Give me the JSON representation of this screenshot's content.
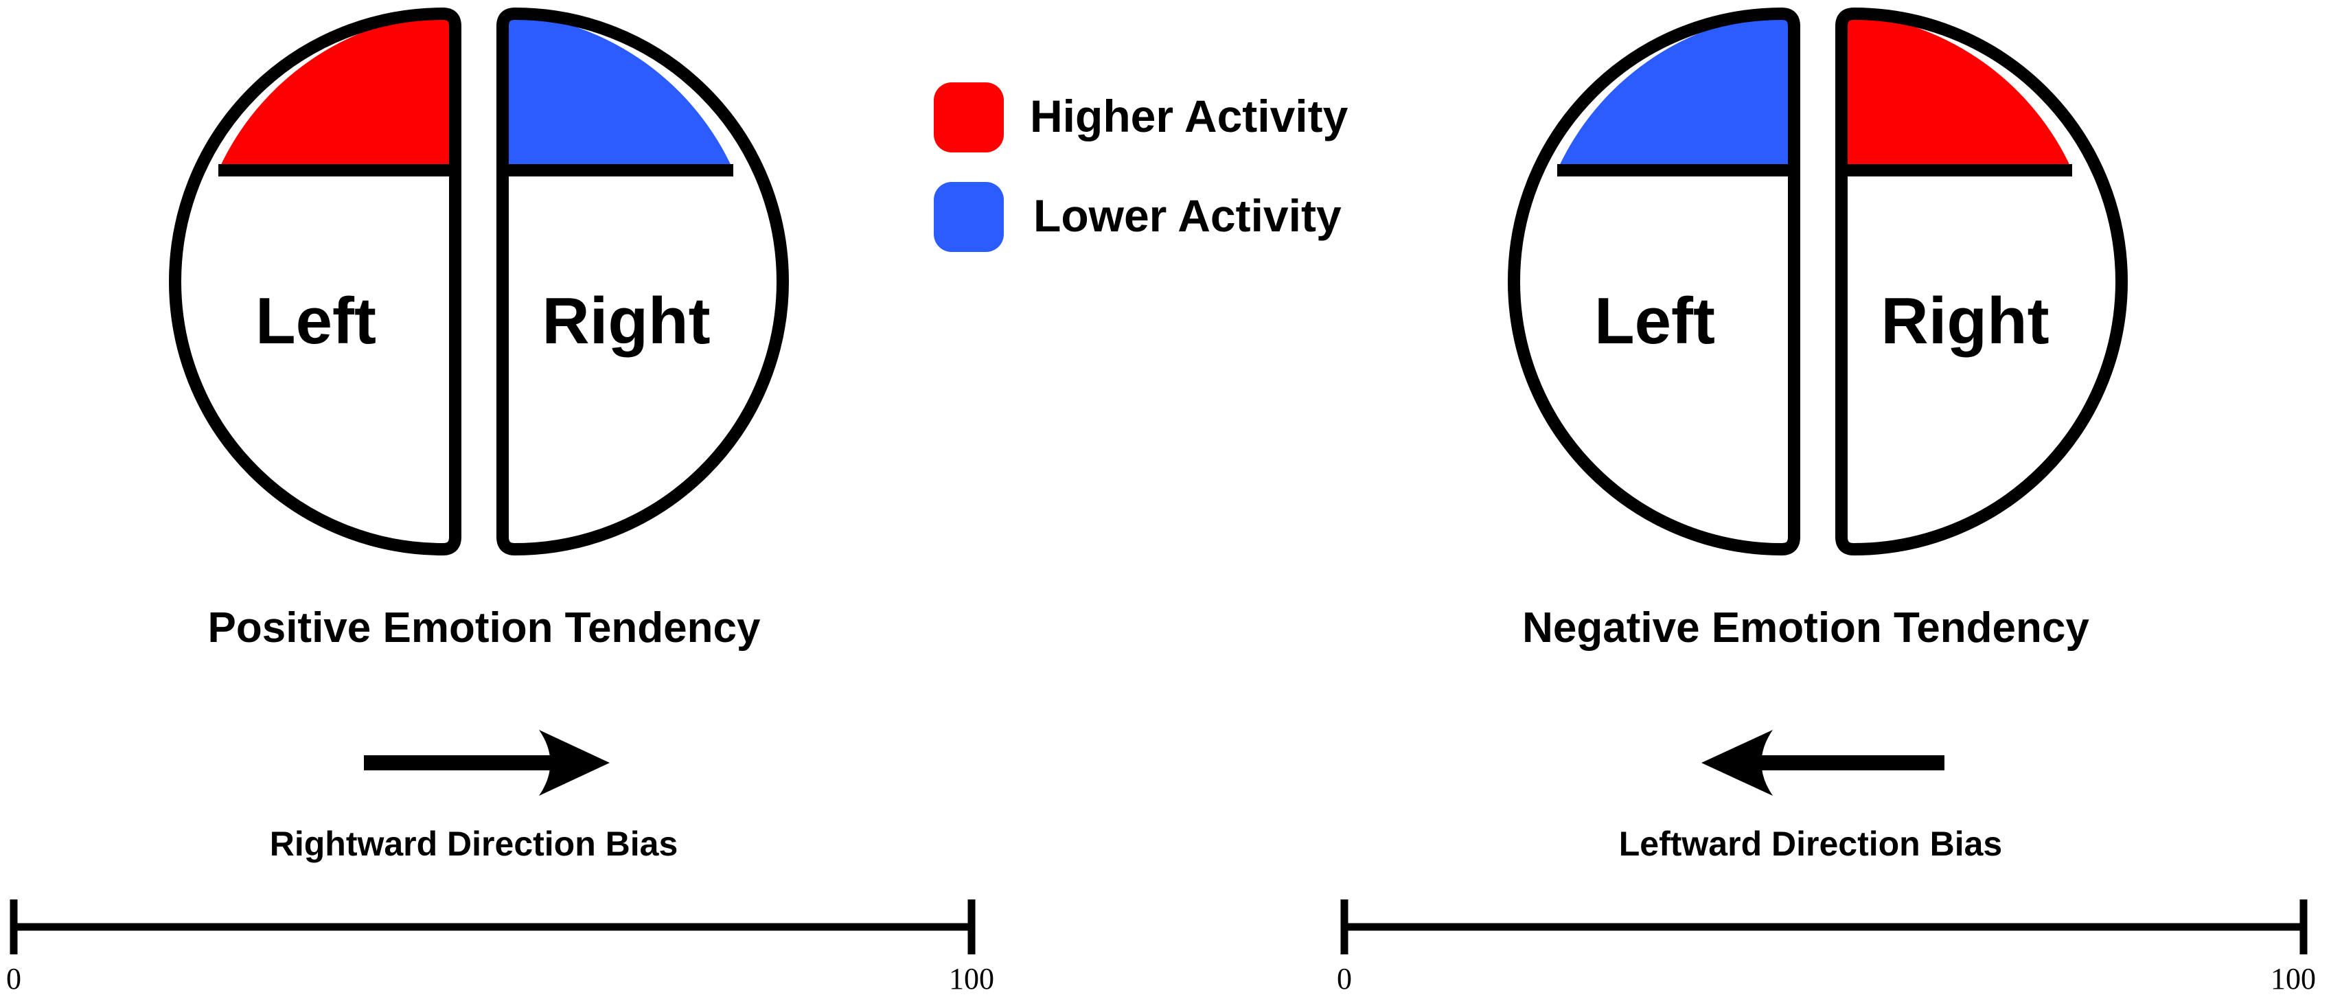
{
  "colors": {
    "higher": "#ff0000",
    "lower": "#2b5cff",
    "outline": "#000000",
    "fill": "#ffffff"
  },
  "legend": {
    "higher_label": "Higher Activity",
    "lower_label": "Lower Activity"
  },
  "panels": [
    {
      "left_label": "Left",
      "right_label": "Right",
      "left_activity": "higher",
      "right_activity": "lower",
      "tendency": "Positive Emotion Tendency",
      "arrow_direction": "right",
      "bias_label": "Rightward Direction Bias",
      "scale_min": "0",
      "scale_max": "100"
    },
    {
      "left_label": "Left",
      "right_label": "Right",
      "left_activity": "lower",
      "right_activity": "higher",
      "tendency": "Negative Emotion Tendency",
      "arrow_direction": "left",
      "bias_label": "Leftward Direction Bias",
      "scale_min": "0",
      "scale_max": "100"
    }
  ]
}
